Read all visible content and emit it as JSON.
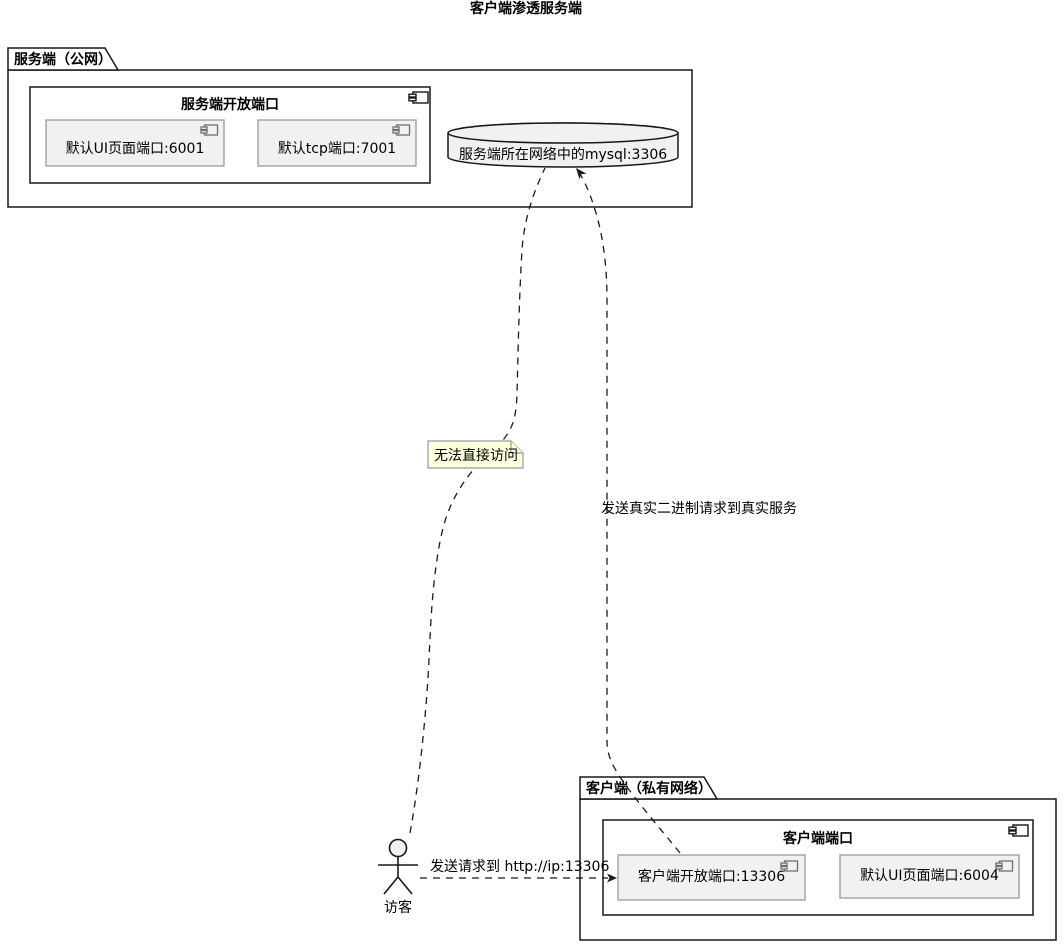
{
  "title": "客户端渗透服务端",
  "server_package": {
    "label": "服务端（公网）",
    "component": {
      "label": "服务端开放端口",
      "ports": [
        {
          "label": "默认UI页面端口:6001"
        },
        {
          "label": "默认tcp端口:7001"
        }
      ]
    },
    "database": {
      "label": "服务端所在网络中的mysql:3306"
    }
  },
  "client_package": {
    "label": "客户端（私有网络）",
    "component": {
      "label": "客户端端口",
      "ports": [
        {
          "label": "客户端开放端口:13306"
        },
        {
          "label": "默认UI页面端口:6004"
        }
      ]
    }
  },
  "actor": {
    "label": "访客"
  },
  "note": {
    "text": "无法直接访问"
  },
  "edges": [
    {
      "from": "访客",
      "to": "客户端开放端口:13306",
      "label": "发送请求到 http://ip:13306",
      "style": "dashed-arrow"
    },
    {
      "from": "客户端开放端口:13306",
      "to": "服务端所在网络中的mysql:3306",
      "label": "发送真实二进制请求到真实服务",
      "style": "dashed-arrow"
    },
    {
      "from": "访客",
      "to": "服务端所在网络中的mysql:3306",
      "label": "",
      "style": "dashed",
      "annotated_by_note": true
    }
  ],
  "icons": {
    "component": "uml-component-icon",
    "database": "database-cylinder-icon",
    "actor": "stick-figure-icon"
  },
  "colors": {
    "background": "#FFFFFF",
    "line": "#181818",
    "port_fill": "#F1F1F1",
    "port_border": "#9A9A9A",
    "note_fill": "#FDFFDC",
    "note_border": "#9A9A9A"
  }
}
